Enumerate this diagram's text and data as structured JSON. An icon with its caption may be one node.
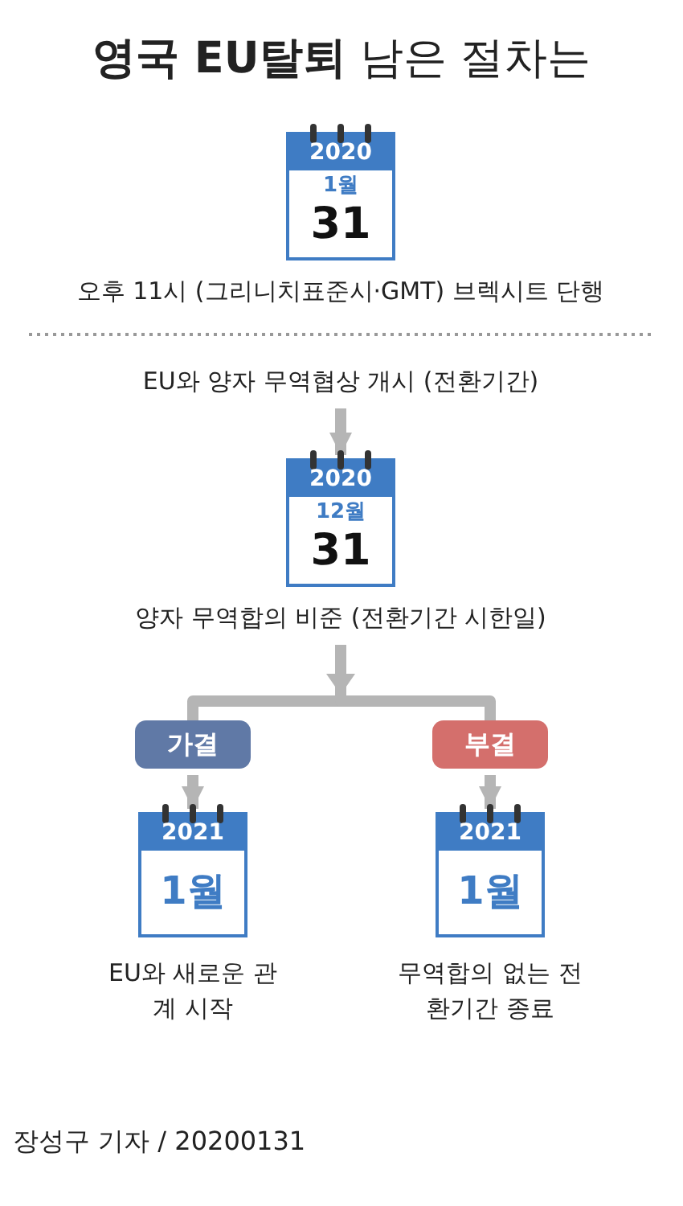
{
  "diagram": {
    "title": "**영국 EU탈퇴** 남은 절차는",
    "nodes": [
      {
        "text": [
          "2020",
          "1월",
          "31"
        ],
        "beside": [
          "오후 11시 (그리니치표준시·GMT) 브렉시트 단행"
        ]
      },
      {
        "text": [
          "EU와 양자 무역협상 개시 (전환기간)"
        ]
      },
      {
        "text": [
          "2020",
          "12월",
          "31"
        ],
        "beside": [
          "양자 무역합의 비준 (전환기간 시한일)"
        ]
      },
      {
        "text": [
          "가결"
        ]
      },
      {
        "text": [
          "부결"
        ]
      },
      {
        "text": [
          "2021",
          "1월"
        ],
        "beside": [
          "EU와 새로운 관계 시작"
        ]
      },
      {
        "text": [
          "2021",
          "1월"
        ],
        "beside": [
          "무역합의 없는 전환기간 종료"
        ]
      }
    ],
    "edges": [
      {
        "from": 1,
        "to": 2,
        "arrow": "to"
      },
      {
        "from": 2,
        "to": 3,
        "arrow": "to"
      },
      {
        "from": 2,
        "to": 4,
        "arrow": "to"
      },
      {
        "from": 3,
        "to": 5,
        "arrow": "to"
      },
      {
        "from": 4,
        "to": 6,
        "arrow": "to"
      }
    ],
    "labels": [
      "장성구 기자 / 20200131"
    ]
  }
}
